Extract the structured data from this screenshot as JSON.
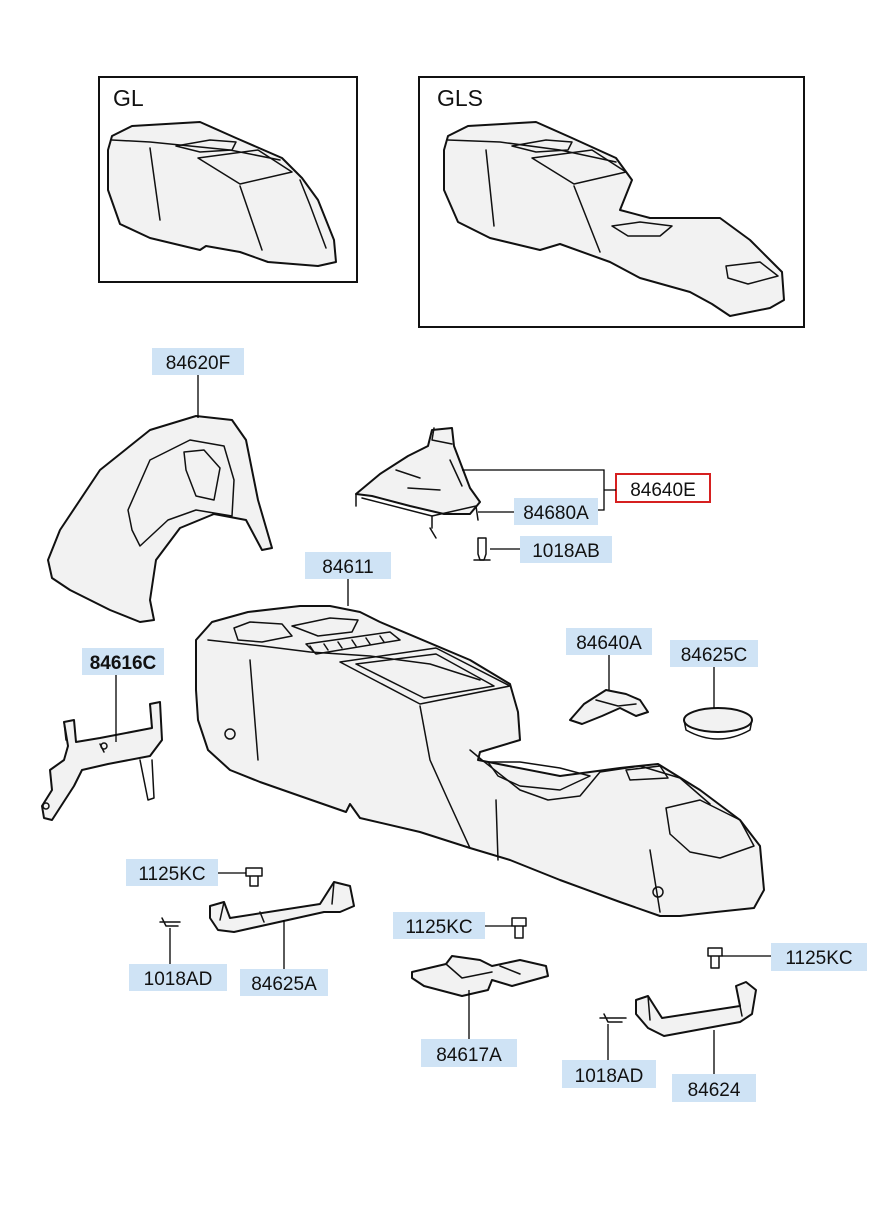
{
  "variants": [
    {
      "label": "GL"
    },
    {
      "label": "GLS"
    }
  ],
  "labels": {
    "p84620F": "84620F",
    "p84640E": "84640E",
    "p84680A": "84680A",
    "p1018AB": "1018AB",
    "p84611": "84611",
    "p84616C": "84616C",
    "p84640A": "84640A",
    "p84625C": "84625C",
    "p1125KC_left": "1125KC",
    "p1018AD_left": "1018AD",
    "p84625A": "84625A",
    "p1125KC_mid": "1125KC",
    "p84617A": "84617A",
    "p1125KC_right": "1125KC",
    "p1018AD_right": "1018AD",
    "p84624": "84624"
  },
  "colors": {
    "label_background": "#cfe3f5",
    "highlight_border": "#d62020"
  }
}
